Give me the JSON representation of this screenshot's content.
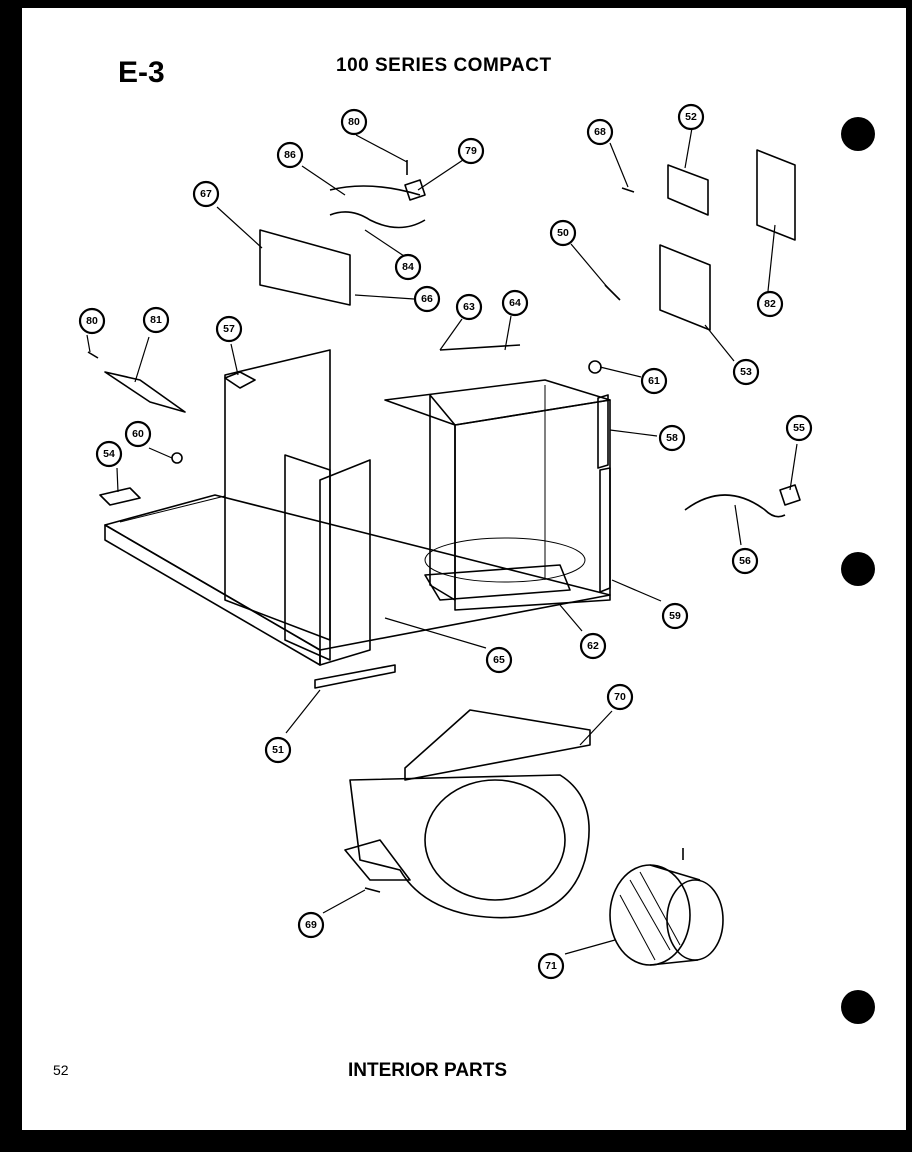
{
  "header": {
    "code": "E-3",
    "title": "100 SERIES COMPACT"
  },
  "footer": {
    "page_number": "52",
    "caption": "INTERIOR PARTS"
  },
  "callouts": [
    "80",
    "79",
    "86",
    "68",
    "52",
    "82",
    "67",
    "84",
    "50",
    "66",
    "63",
    "64",
    "53",
    "80",
    "81",
    "57",
    "61",
    "60",
    "54",
    "58",
    "55",
    "56",
    "59",
    "62",
    "65",
    "51",
    "70",
    "69",
    "71"
  ]
}
